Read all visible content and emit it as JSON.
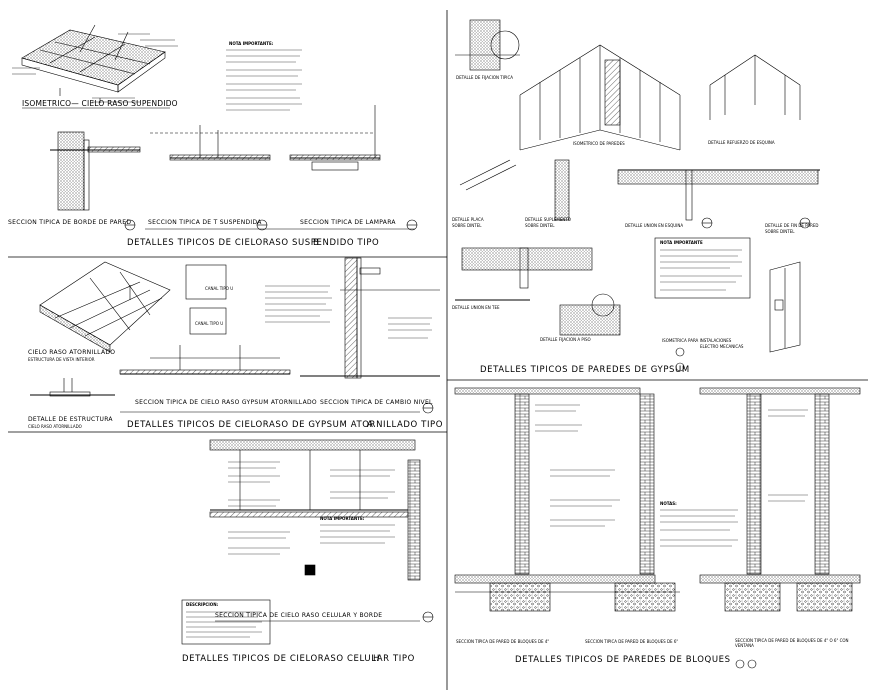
{
  "sheet": {
    "background": "#ffffff",
    "ink": "#000000"
  },
  "panels": {
    "p1": {
      "title": "DETALLES TIPICOS DE CIELORASO SUSPENDIDO TIPO",
      "letter": "B",
      "iso_caption": "ISOMETRICO— CIELO RASO SUPENDIDO",
      "sections": [
        "SECCION TIPICA DE BORDE DE PARED",
        "SECCION TIPICA DE T SUSPENDIDA",
        "SECCION TIPICA DE LAMPARA"
      ],
      "note_title": "NOTA IMPORTANTE:"
    },
    "p2": {
      "title": "DETALLES TIPICOS DE CIELORASO DE GYPSUM ATORNILLADO TIPO",
      "letter": "A",
      "iso_caption": "CIELO RASO ATORNILLADO",
      "iso_sub": "ESTRUCTURA DE VISTA INTERIOR",
      "detail_caption": "DETALLE DE ESTRUCTURA",
      "detail_sub": "CIELO RASO ATORNILLADO",
      "sections": [
        "SECCION TIPICA DE CIELO RASO GYPSUM ATORNILLADO",
        "SECCION TIPICA DE CAMBIO NIVEL"
      ],
      "canal_u": "CANAL TIPO U",
      "canal_u2": "CANAL TIPO U"
    },
    "p3": {
      "title": "DETALLES TIPICOS DE CIELORASO CELULAR TIPO",
      "letter": "H",
      "section": "SECCION TIPICA DE CIELO RASO CELULAR Y BORDE",
      "desc_title": "DESCRIPCION:",
      "note_title": "NOTA IMPORTANTE:"
    },
    "p4": {
      "title": "DETALLES TIPICOS DE PAREDES DE GYPSUM",
      "captions": [
        "DETALLE DE FIJACION TIPICA",
        "ISOMETRICO DE PAREDES",
        "DETALLE REFUERZO DE ESQUINA"
      ],
      "details": [
        "DETALLE PLACA",
        "DETALLE SUPLEMENTO",
        "DETALLE UNION EN ESQUINA",
        "DETALLE DE FIN DE PARED",
        "DETALLE UNION EN TEE",
        "DETALLE FIJACION A PISO"
      ],
      "details_sub": [
        "SOBRE DINTEL",
        "SOBRE DINTEL",
        "SOBRE DINTEL"
      ],
      "iso2": "ISOMETRICA PARA INSTALACIONES",
      "iso2_sub": "ELECTRO MECANICAS",
      "note_title": "NOTA IMPORTANTE"
    },
    "p5": {
      "title": "DETALLES TIPICOS DE PAREDES DE BLOQUES",
      "sections": [
        "SECCION TIPICA DE PARED DE BLOQUES DE 4\"",
        "SECCION TIPICA DE PARED DE BLOQUES DE 6\"",
        "SECCION TIPICA DE PARED DE BLOQUES DE 4\" O 6\" CON VENTANA"
      ],
      "nota": "NOTAS:"
    }
  },
  "icons": [
    "section-marker-icon",
    "detail-bubble-icon",
    "north-arrow-icon"
  ]
}
